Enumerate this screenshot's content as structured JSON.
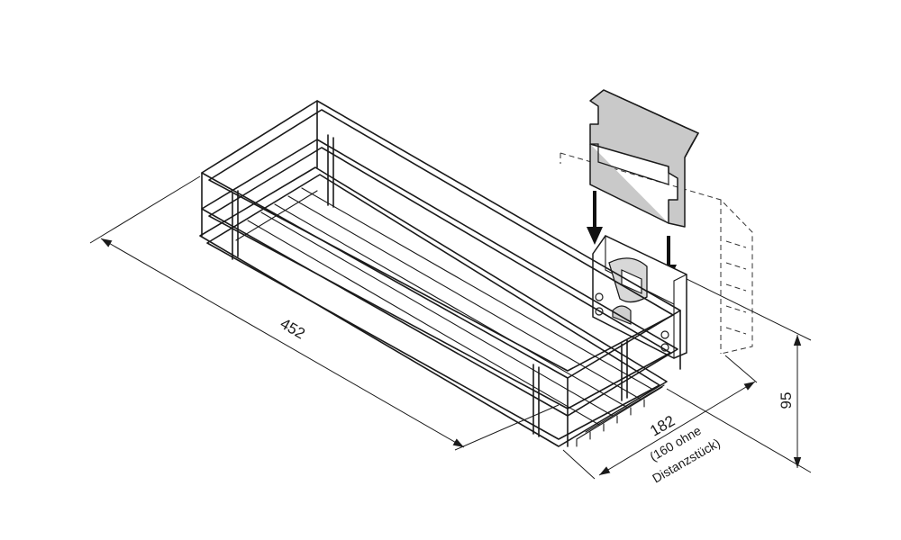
{
  "dimensions": {
    "length": "452",
    "depth": "182",
    "depth_note_line1": "(160 ohne",
    "depth_note_line2": "Distanzstück)",
    "height": "95"
  },
  "colors": {
    "line": "#1a1a1a",
    "spacer_fill": "#c9c9c9",
    "arrow": "#111111"
  }
}
